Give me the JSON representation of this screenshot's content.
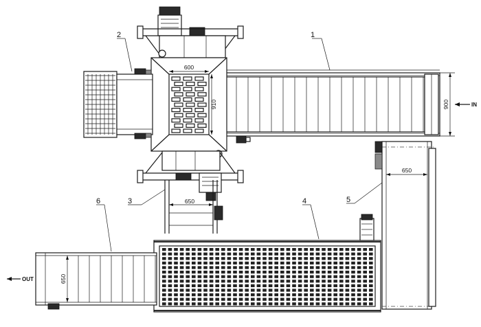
{
  "callouts": [
    "1",
    "2",
    "3",
    "4",
    "5",
    "6"
  ],
  "dimensions": {
    "conveyor1_width": "900",
    "shredder_opening_width": "600",
    "shredder_opening_length": "910",
    "conveyor3_width": "650",
    "conveyor5_width": "650",
    "conveyor6_width": "650"
  },
  "flow_labels": {
    "input": "IN",
    "output": "OUT"
  }
}
